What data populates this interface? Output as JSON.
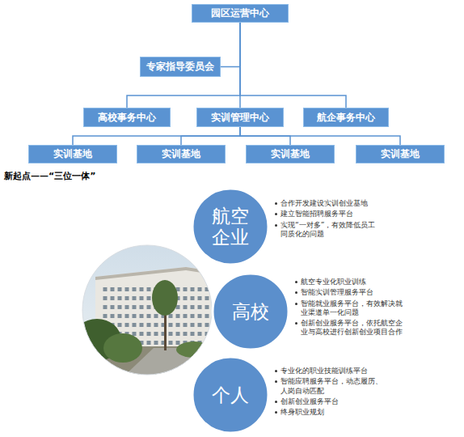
{
  "diagram": {
    "nodes": [
      {
        "text": [
          "园区运营中心"
        ]
      },
      {
        "text": [
          "专家指导委员会"
        ]
      },
      {
        "text": [
          "高校事务中心"
        ]
      },
      {
        "text": [
          "实训管理中心"
        ]
      },
      {
        "text": [
          "航企事务中心"
        ]
      },
      {
        "text": [
          "实训基地"
        ]
      },
      {
        "text": [
          "实训基地"
        ]
      },
      {
        "text": [
          "实训基地"
        ]
      },
      {
        "text": [
          "实训基地"
        ]
      },
      {
        "text": [
          "航空企业"
        ]
      },
      {
        "text": [
          "高校"
        ]
      },
      {
        "text": [
          "个人"
        ]
      }
    ],
    "edges": [
      {
        "from": 0,
        "to": 1,
        "arrow": "none"
      },
      {
        "from": 0,
        "to": 2,
        "arrow": "none"
      },
      {
        "from": 0,
        "to": 3,
        "arrow": "none"
      },
      {
        "from": 0,
        "to": 4,
        "arrow": "none"
      },
      {
        "from": 3,
        "to": 5,
        "arrow": "none"
      },
      {
        "from": 3,
        "to": 6,
        "arrow": "none"
      },
      {
        "from": 3,
        "to": 7,
        "arrow": "none"
      },
      {
        "from": 3,
        "to": 8,
        "arrow": "none"
      }
    ],
    "labels": [
      "新起点——“三位一体”",
      "合作开发建设实训创业基地",
      "建立智能招聘服务平台",
      "实现“一对多”，有效降低员工同质化的问题",
      "航空专业化职业训练",
      "智能实训管理服务平台",
      "智能就业服务平台，有效解决就业渠道单一化问题",
      "创新创业服务平台，依托航空企业与高校进行创新创业项目合作",
      "专业化的职业技能训练平台",
      "智能应聘服务平台，动态履历、人岗自动匹配",
      "创新创业服务平台",
      "终身职业规划"
    ]
  }
}
